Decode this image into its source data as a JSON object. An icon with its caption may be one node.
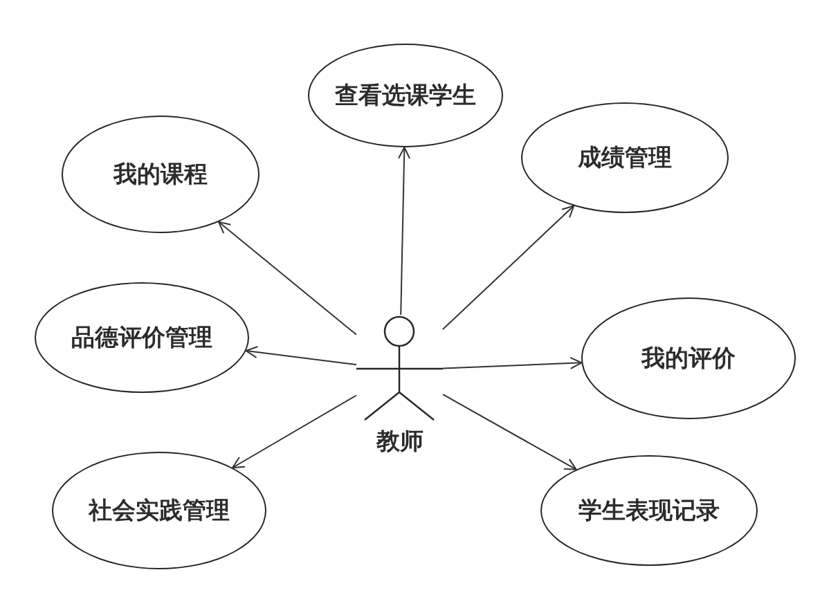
{
  "diagram": {
    "nodes": [
      {
        "text": [
          "查看选课学生"
        ]
      },
      {
        "text": [
          "我的课程"
        ]
      },
      {
        "text": [
          "成绩管理"
        ]
      },
      {
        "text": [
          "品德评价管理"
        ]
      },
      {
        "text": [
          "教师"
        ]
      },
      {
        "text": [
          "我的评价"
        ]
      },
      {
        "text": [
          "社会实践管理"
        ]
      },
      {
        "text": [
          "学生表现记录"
        ]
      }
    ],
    "edges": [
      {
        "from": 4,
        "to": 1,
        "arrow": "to"
      },
      {
        "from": 4,
        "to": 0,
        "arrow": "to"
      },
      {
        "from": 4,
        "to": 2,
        "arrow": "to"
      },
      {
        "from": 4,
        "to": 3,
        "arrow": "to"
      },
      {
        "from": 4,
        "to": 5,
        "arrow": "to"
      },
      {
        "from": 4,
        "to": 6,
        "arrow": "to"
      },
      {
        "from": 4,
        "to": 7,
        "arrow": "to"
      }
    ]
  }
}
